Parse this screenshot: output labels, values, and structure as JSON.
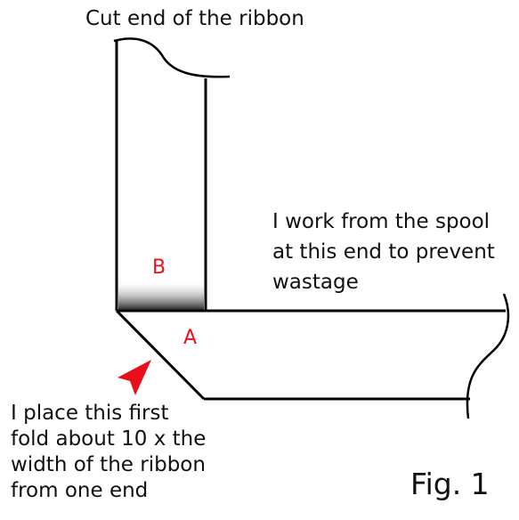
{
  "annotations": {
    "cut_end": "Cut end of the ribbon",
    "spool_end": [
      "I work from the spool",
      "at this end to prevent",
      "wastage"
    ],
    "first_fold": [
      "I place this first",
      "fold about 10 x the",
      "width of the ribbon",
      "from one end"
    ]
  },
  "labels": {
    "b": "B",
    "a": "A",
    "figure": "Fig. 1"
  },
  "colors": {
    "line": "#000000",
    "label_text": "#e8101a",
    "arrow": "#e8101a",
    "text": "#111111"
  }
}
